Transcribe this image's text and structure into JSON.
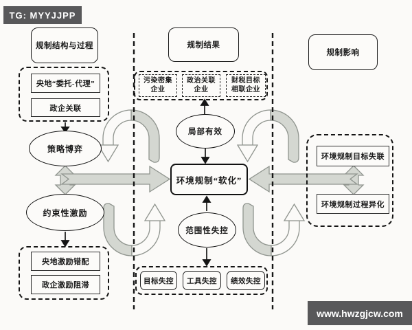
{
  "watermarks": {
    "top_left": "TG: MYYJJPP",
    "bottom_right": "www.hwzgjcw.com"
  },
  "headers": {
    "structure": "规制结构与过程",
    "results": "规制结果",
    "impact": "规制影响"
  },
  "left": {
    "top_group": [
      "央地“委托-代理”",
      "政企关联"
    ],
    "ellipse_top": "策略博弈",
    "ellipse_bottom": "约束性激励",
    "bottom_group": [
      "央地激励错配",
      "政企激励阻滞"
    ]
  },
  "center": {
    "enterprises": [
      "污染密集\n企业",
      "政治关联\n企业",
      "财税目标\n相联企业"
    ],
    "ellipse_top": "局部有效",
    "core": "环境规制“软化”",
    "ellipse_bottom": "范围性失控",
    "loss_group": [
      "目标失控",
      "工具失控",
      "绩效失控"
    ]
  },
  "right": {
    "group": [
      "环境规制目标失联",
      "环境规制过程异化"
    ]
  },
  "colors": {
    "thick_arrow_fill": "#d4d7d1",
    "thick_arrow_stroke": "#8f948e",
    "line_color": "#1a1a1a",
    "watermark_bg": "#58585a",
    "background": "#fbfaf8"
  }
}
